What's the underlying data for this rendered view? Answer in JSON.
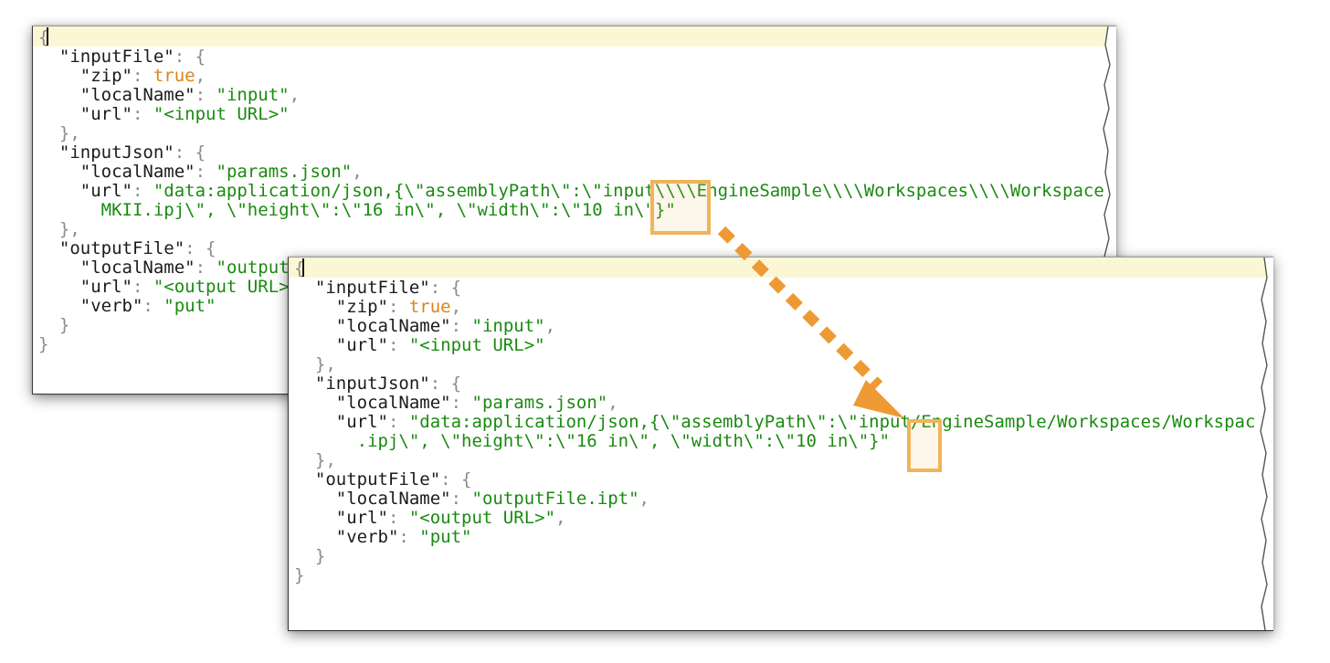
{
  "editor_back": {
    "lines": [
      {
        "indent": "",
        "tokens": [
          [
            "g",
            "{"
          ]
        ]
      },
      {
        "indent": "  ",
        "tokens": [
          [
            "k",
            "\"inputFile\""
          ],
          [
            "g",
            ": {"
          ]
        ]
      },
      {
        "indent": "    ",
        "tokens": [
          [
            "k",
            "\"zip\""
          ],
          [
            "g",
            ": "
          ],
          [
            "b",
            "true"
          ],
          [
            "g",
            ","
          ]
        ]
      },
      {
        "indent": "    ",
        "tokens": [
          [
            "k",
            "\"localName\""
          ],
          [
            "g",
            ": "
          ],
          [
            "s",
            "\"input\""
          ],
          [
            "g",
            ","
          ]
        ]
      },
      {
        "indent": "    ",
        "tokens": [
          [
            "k",
            "\"url\""
          ],
          [
            "g",
            ": "
          ],
          [
            "s",
            "\"<input URL>\""
          ]
        ]
      },
      {
        "indent": "  ",
        "tokens": [
          [
            "g",
            "},"
          ]
        ]
      },
      {
        "indent": "  ",
        "tokens": [
          [
            "k",
            "\"inputJson\""
          ],
          [
            "g",
            ": {"
          ]
        ]
      },
      {
        "indent": "    ",
        "tokens": [
          [
            "k",
            "\"localName\""
          ],
          [
            "g",
            ": "
          ],
          [
            "s",
            "\"params.json\""
          ],
          [
            "g",
            ","
          ]
        ]
      },
      {
        "indent": "    ",
        "tokens": [
          [
            "k",
            "\"url\""
          ],
          [
            "g",
            ": "
          ],
          [
            "s",
            "\"data:application/json,{\\\"assemblyPath\\\":\\\"input\\\\\\\\EngineSample\\\\\\\\Workspaces\\\\\\\\Workspace"
          ]
        ]
      },
      {
        "indent": "      ",
        "tokens": [
          [
            "s",
            "MKII.ipj\\\", \\\"height\\\":\\\"16 in\\\", \\\"width\\\":\\\"10 in\\\"}\""
          ]
        ]
      },
      {
        "indent": "  ",
        "tokens": [
          [
            "g",
            "},"
          ]
        ]
      },
      {
        "indent": "  ",
        "tokens": [
          [
            "k",
            "\"outputFile\""
          ],
          [
            "g",
            ": {"
          ]
        ]
      },
      {
        "indent": "    ",
        "tokens": [
          [
            "k",
            "\"localName\""
          ],
          [
            "g",
            ": "
          ],
          [
            "s",
            "\"output"
          ]
        ]
      },
      {
        "indent": "    ",
        "tokens": [
          [
            "k",
            "\"url\""
          ],
          [
            "g",
            ": "
          ],
          [
            "s",
            "\"<output URL>"
          ]
        ]
      },
      {
        "indent": "    ",
        "tokens": [
          [
            "k",
            "\"verb\""
          ],
          [
            "g",
            ": "
          ],
          [
            "s",
            "\"put\""
          ]
        ]
      },
      {
        "indent": "  ",
        "tokens": [
          [
            "g",
            "}"
          ]
        ]
      },
      {
        "indent": "",
        "tokens": [
          [
            "g",
            "}"
          ]
        ]
      }
    ]
  },
  "editor_front": {
    "lines": [
      {
        "indent": "",
        "tokens": [
          [
            "g",
            "{"
          ]
        ]
      },
      {
        "indent": "  ",
        "tokens": [
          [
            "k",
            "\"inputFile\""
          ],
          [
            "g",
            ": {"
          ]
        ]
      },
      {
        "indent": "    ",
        "tokens": [
          [
            "k",
            "\"zip\""
          ],
          [
            "g",
            ": "
          ],
          [
            "b",
            "true"
          ],
          [
            "g",
            ","
          ]
        ]
      },
      {
        "indent": "    ",
        "tokens": [
          [
            "k",
            "\"localName\""
          ],
          [
            "g",
            ": "
          ],
          [
            "s",
            "\"input\""
          ],
          [
            "g",
            ","
          ]
        ]
      },
      {
        "indent": "    ",
        "tokens": [
          [
            "k",
            "\"url\""
          ],
          [
            "g",
            ": "
          ],
          [
            "s",
            "\"<input URL>\""
          ]
        ]
      },
      {
        "indent": "  ",
        "tokens": [
          [
            "g",
            "},"
          ]
        ]
      },
      {
        "indent": "  ",
        "tokens": [
          [
            "k",
            "\"inputJson\""
          ],
          [
            "g",
            ": {"
          ]
        ]
      },
      {
        "indent": "    ",
        "tokens": [
          [
            "k",
            "\"localName\""
          ],
          [
            "g",
            ": "
          ],
          [
            "s",
            "\"params.json\""
          ],
          [
            "g",
            ","
          ]
        ]
      },
      {
        "indent": "    ",
        "tokens": [
          [
            "k",
            "\"url\""
          ],
          [
            "g",
            ": "
          ],
          [
            "s",
            "\"data:application/json,{\\\"assemblyPath\\\":\\\"input/EngineSample/Workspaces/Workspac"
          ]
        ]
      },
      {
        "indent": "      ",
        "tokens": [
          [
            "s",
            ".ipj\\\", \\\"height\\\":\\\"16 in\\\", \\\"width\\\":\\\"10 in\\\"}\""
          ]
        ]
      },
      {
        "indent": "  ",
        "tokens": [
          [
            "g",
            "},"
          ]
        ]
      },
      {
        "indent": "  ",
        "tokens": [
          [
            "k",
            "\"outputFile\""
          ],
          [
            "g",
            ": {"
          ]
        ]
      },
      {
        "indent": "    ",
        "tokens": [
          [
            "k",
            "\"localName\""
          ],
          [
            "g",
            ": "
          ],
          [
            "s",
            "\"outputFile.ipt\""
          ],
          [
            "g",
            ","
          ]
        ]
      },
      {
        "indent": "    ",
        "tokens": [
          [
            "k",
            "\"url\""
          ],
          [
            "g",
            ": "
          ],
          [
            "s",
            "\"<output URL>\""
          ],
          [
            "g",
            ","
          ]
        ]
      },
      {
        "indent": "    ",
        "tokens": [
          [
            "k",
            "\"verb\""
          ],
          [
            "g",
            ": "
          ],
          [
            "s",
            "\"put\""
          ]
        ]
      },
      {
        "indent": "  ",
        "tokens": [
          [
            "g",
            "}"
          ]
        ]
      },
      {
        "indent": "",
        "tokens": [
          [
            "g",
            "}"
          ]
        ]
      }
    ]
  },
  "colors": {
    "keyword_bool": "#d9851a",
    "string": "#1a8a10",
    "punctuation": "#8a8a8a",
    "current_line": "#fbf7d4",
    "highlight": "#f0b45a"
  }
}
